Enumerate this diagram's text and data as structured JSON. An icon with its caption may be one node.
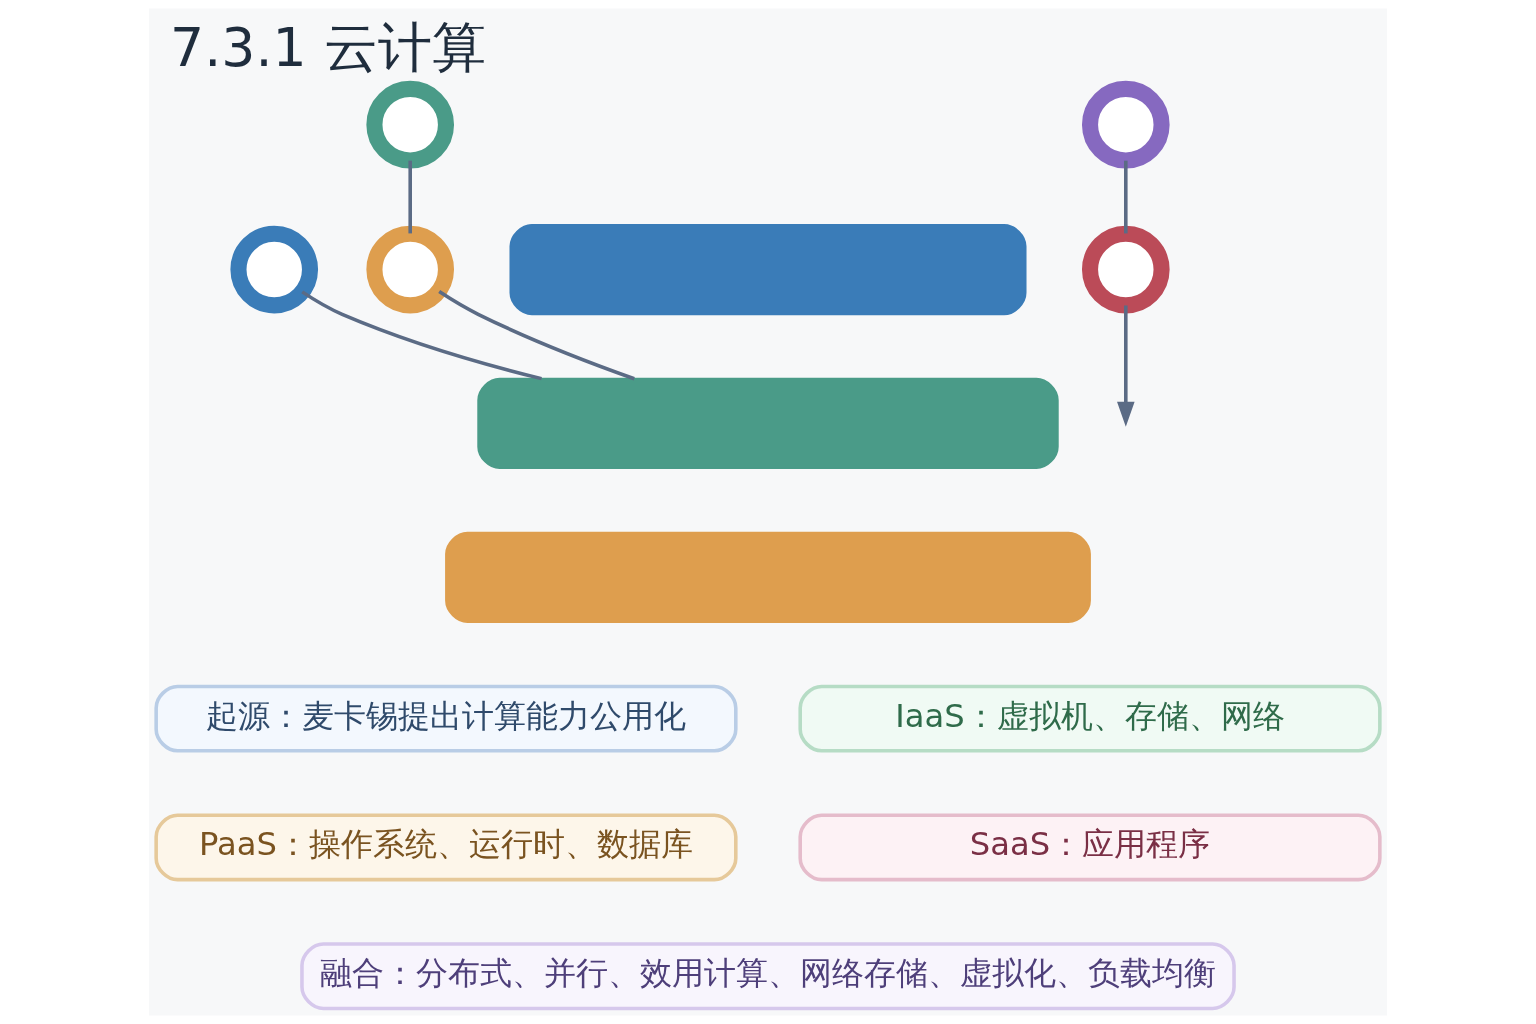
{
  "diagram": {
    "title": "7.3.1 云计算",
    "nodes": [
      {
        "text": [],
        "shape": "circle"
      },
      {
        "text": [],
        "shape": "circle"
      },
      {
        "text": [],
        "shape": "circle"
      },
      {
        "text": [],
        "shape": "circle"
      },
      {
        "text": [],
        "shape": "circle"
      },
      {
        "text": [],
        "shape": "bar"
      },
      {
        "text": [],
        "shape": "bar"
      },
      {
        "text": [],
        "shape": "bar"
      },
      {
        "text": [
          "起源：麦卡锡提出计算能力公用化"
        ]
      },
      {
        "text": [
          "IaaS：虚拟机、存储、网络"
        ]
      },
      {
        "text": [
          "PaaS：操作系统、运行时、数据库"
        ]
      },
      {
        "text": [
          "SaaS：应用程序"
        ]
      },
      {
        "text": [
          "融合：分布式、并行、效用计算、网络存储、虚拟化、负载均衡"
        ]
      }
    ],
    "edges": [
      {
        "from": 0,
        "to": 6,
        "arrow": "none"
      },
      {
        "from": 2,
        "to": 4,
        "arrow": "none"
      },
      {
        "from": 4,
        "to": 6,
        "arrow": "none"
      },
      {
        "from": 1,
        "to": 3,
        "arrow": "none"
      },
      {
        "from": 3,
        "to": null,
        "arrow": "to"
      }
    ]
  }
}
